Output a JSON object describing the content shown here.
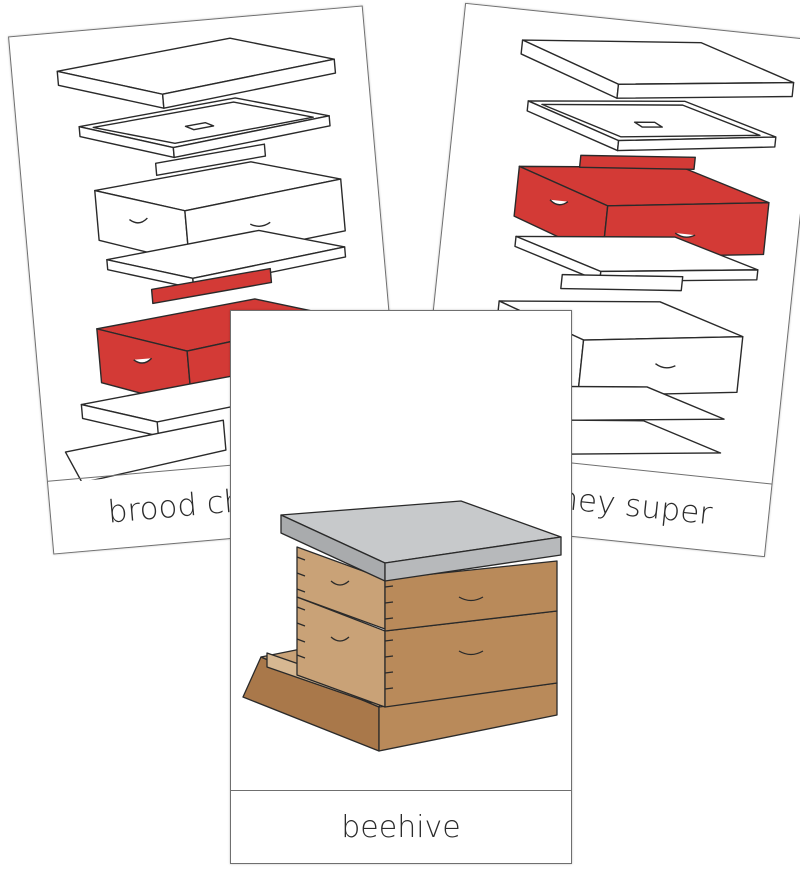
{
  "cards": [
    {
      "id": "brood-chamber-card",
      "caption": "brood chamber",
      "highlight": "brood chamber box",
      "highlight_color": "#d33a36"
    },
    {
      "id": "honey-super-card",
      "caption": "honey super",
      "highlight": "honey super box",
      "highlight_color": "#d33a36"
    },
    {
      "id": "beehive-card",
      "caption": "beehive",
      "colors": {
        "lid": "#b7b9bb",
        "wood": "#c9a277",
        "wood_dark": "#a9784a"
      }
    }
  ],
  "palette": {
    "outline": "#2a2a2a",
    "card_border": "#6f6f6f",
    "paper": "#ffffff"
  }
}
